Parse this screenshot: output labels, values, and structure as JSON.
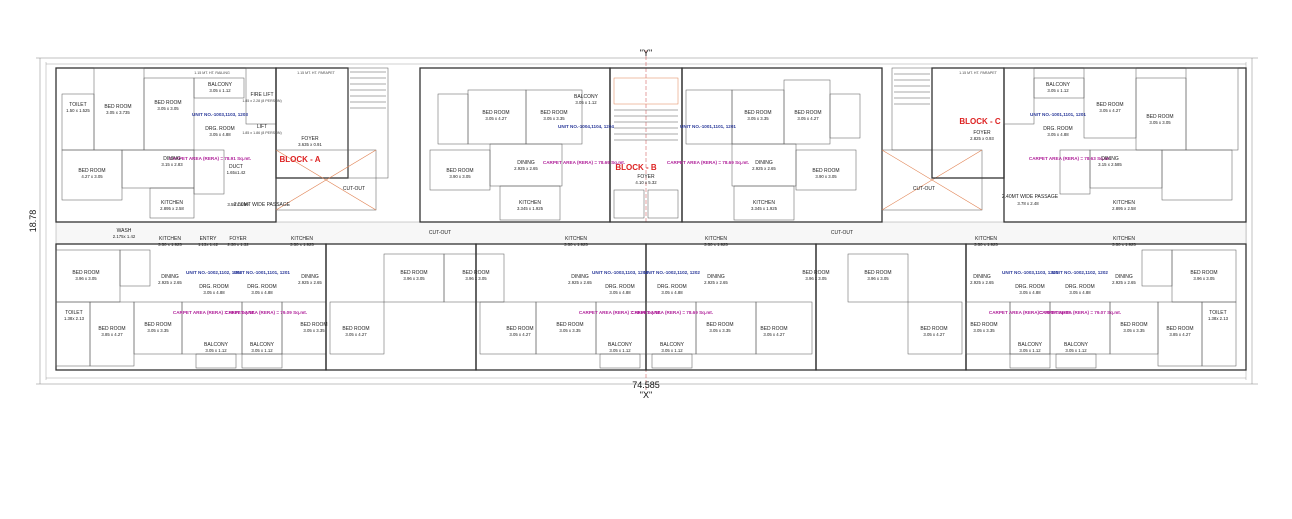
{
  "labels": {
    "top_marker": "\"Y\"",
    "bottom_marker": "\"X\"",
    "overall_width": "74.585",
    "overall_depth": "18.78",
    "block_a": "BLOCK - A",
    "block_b": "BLOCK - B",
    "block_c": "BLOCK - C",
    "passage_left": "2.50MT WIDE PASSAGE",
    "passage_right": "2.40MT WIDE PASSAGE",
    "passage_left_dim": "3.58 x 3.99",
    "passage_right_dim": "3.78 x 2.48",
    "cut_out": "CUT-OUT",
    "parapet": "1.15 MT. HT. PARAPET",
    "railing": "1.15 MT. HT. RAILING"
  },
  "top_row": {
    "unit_left": "UNIT NO.-1003,1103, 1203",
    "unit_center_a": "UNIT NO.-1004,1104, 1204",
    "unit_center_b": "UNIT NO.-1001,1101, 1201",
    "unit_right": "UNIT NO.-1001,1101, 1201",
    "carpet_left": "CARPET AREA (RERA) = 78.91 Sq.mt.",
    "carpet_center_a": "CARPET AREA (RERA) = 78.69 Sq.mt.",
    "carpet_center_b": "CARPET AREA (RERA) = 78.69 Sq.mt.",
    "carpet_right": "CARPET AREA (RERA) = 78.63 Sq.mt.",
    "bed1": "BED ROOM",
    "bed1_dim": "3.05 x 3.735",
    "bed2": "BED ROOM",
    "bed2_dim": "3.05 x 3.05",
    "bed3": "BED ROOM",
    "bed3_dim": "4.27 x 3.05",
    "balcony": "BALCONY",
    "balcony_dim": "3.05 x 1.12",
    "drg": "DRG. ROOM",
    "drg_dim": "3.05 x 4.88",
    "dining": "DINING",
    "dining_dim": "3.15 x 2.83",
    "kitchen": "KITCHEN",
    "kitchen_dim": "2.895 x 2.58",
    "foyer": "FOYER",
    "foyer_dim": "3.635 x 0.91",
    "fire_lift": "FIRE LIFT",
    "fire_lift_dim": "1.85 x 2.28 (8 PERSON)",
    "lift": "LIFT",
    "lift_dim": "1.85 x 1.86 (8 PERSON)",
    "toilet": "TOILET",
    "toilet_dim": "1.50 x 1.525",
    "duct": "DUCT",
    "duct_dim": "1.65x1.42",
    "bed_b1": "BED ROOM",
    "bed_b1_dim": "3.05 x 4.27",
    "bed_b2": "BED ROOM",
    "bed_b2_dim": "3.05 x 3.35",
    "bed_b3": "BED ROOM",
    "bed_b3_dim": "3.90 x 3.05",
    "dining_b": "DINING",
    "dining_b_dim": "2.925 x 2.65",
    "kitchen_b": "KITCHEN",
    "kitchen_b_dim": "3.345 x 1.925",
    "balcony_b": "BALCONY",
    "balcony_b_dim": "3.05 x 1.12",
    "foyer_b": "FOYER",
    "foyer_b_dim": "4.10 x 5.32",
    "kitchen_c": "KITCHEN",
    "kitchen_c_dim": "2.895 x 2.58",
    "dining_c": "DINING",
    "dining_c_dim": "3.15 x 2.585",
    "bed_c1": "BED ROOM",
    "bed_c1_dim": "3.05 x 4.27",
    "bed_c2": "BED ROOM",
    "bed_c2_dim": "3.05 x 3.05",
    "drg_c": "DRG. ROOM",
    "drg_c_dim": "3.05 x 4.88",
    "foyer_c": "FOYER",
    "foyer_c_dim": "2.825 x 0.93"
  },
  "bottom_row": {
    "unit_1": "UNIT NO.-1002,1102, 1202",
    "unit_2": "UNIT NO.-1001,1101, 1201",
    "unit_3": "UNIT NO.-1003,1103, 1203",
    "unit_4": "UNIT NO.-1002,1102, 1202",
    "unit_5": "UNIT NO.-1003,1103, 1203",
    "unit_6": "UNIT NO.-1002,1102, 1202",
    "carpet_1": "CARPET AREA (RERA) = 79.07 Sq.mt.",
    "carpet_2": "CARPET AREA (RERA) = 79.09 Sq.mt.",
    "carpet_3": "CARPET AREA (RERA) = 78.69 Sq.mt.",
    "carpet_4": "CARPET AREA (RERA) = 78.69 Sq.mt.",
    "carpet_5": "CARPET AREA (RERA) = 79.09 Sq.mt.",
    "carpet_6": "CARPET AREA (RERA) = 79.07 Sq.mt.",
    "bed_a": "BED ROOM",
    "bed_a_dim": "3.96 x 3.05",
    "bed_b": "BED ROOM",
    "bed_b_dim": "3.85 x 4.27",
    "bed_c": "BED ROOM",
    "bed_c_dim": "3.05 x 3.35",
    "bed_d": "BED ROOM",
    "bed_d_dim": "3.05 x 4.27",
    "dining": "DINING",
    "dining_dim": "2.925 x 2.65",
    "drg": "DRG. ROOM",
    "drg_dim": "3.05 x 4.88",
    "kitchen": "KITCHEN",
    "kitchen_dim": "3.50 x 1.925",
    "balcony": "BALCONY",
    "balcony_dim": "3.05 x 1.12",
    "toilet": "TOILET",
    "toilet_dim": "1.38x 2.13",
    "foyer": "FOYER",
    "foyer_dim": "2.38 x 1.32",
    "entry": "ENTRY",
    "entry_dim": "1.13x 1.42",
    "wash": "WASH",
    "wash_dim": "2.175x 1.42"
  }
}
